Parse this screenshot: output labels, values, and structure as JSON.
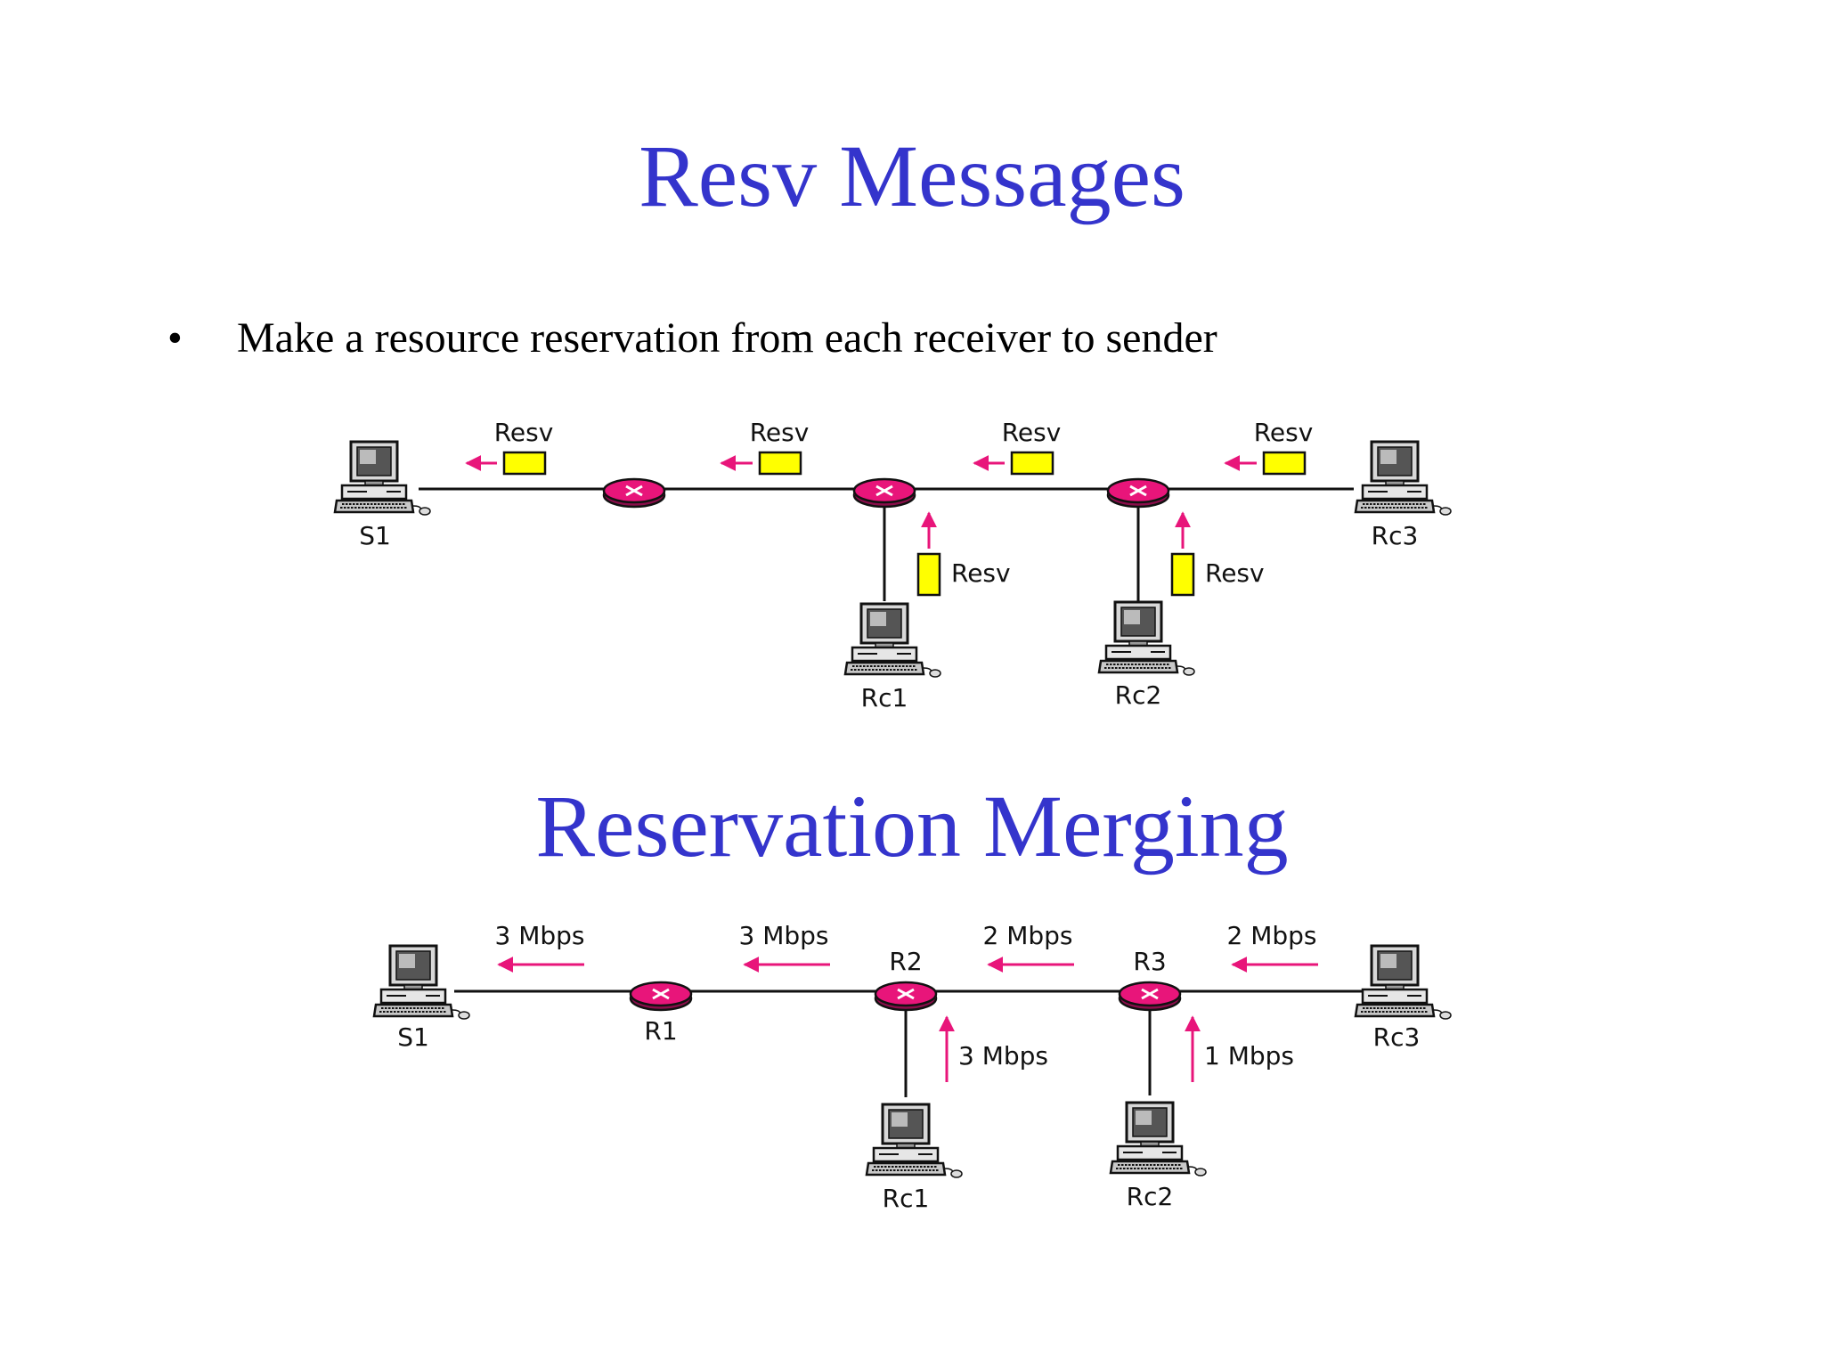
{
  "slide": {
    "title1": "Resv Messages",
    "bullet_symbol": "•",
    "bullet": "Make a resource reservation from each receiver to sender",
    "title2": "Reservation Merging"
  },
  "colors": {
    "title": "#3434cc",
    "arrow": "#e8157a",
    "router": "#e8157a",
    "packet": "#ffff00"
  },
  "diagram1": {
    "hosts": [
      "S1",
      "Rc1",
      "Rc2",
      "Rc3"
    ],
    "message_label": "Resv",
    "packet_count": 6
  },
  "diagram2": {
    "hosts": [
      "S1",
      "Rc1",
      "Rc2",
      "Rc3"
    ],
    "routers": [
      "R1",
      "R2",
      "R3"
    ],
    "flows": [
      "3 Mbps",
      "3 Mbps",
      "2 Mbps",
      "2 Mbps",
      "3 Mbps",
      "1 Mbps"
    ]
  },
  "icons": [
    "computer-icon",
    "router-icon",
    "arrow-left-icon",
    "arrow-up-icon",
    "packet-icon"
  ]
}
